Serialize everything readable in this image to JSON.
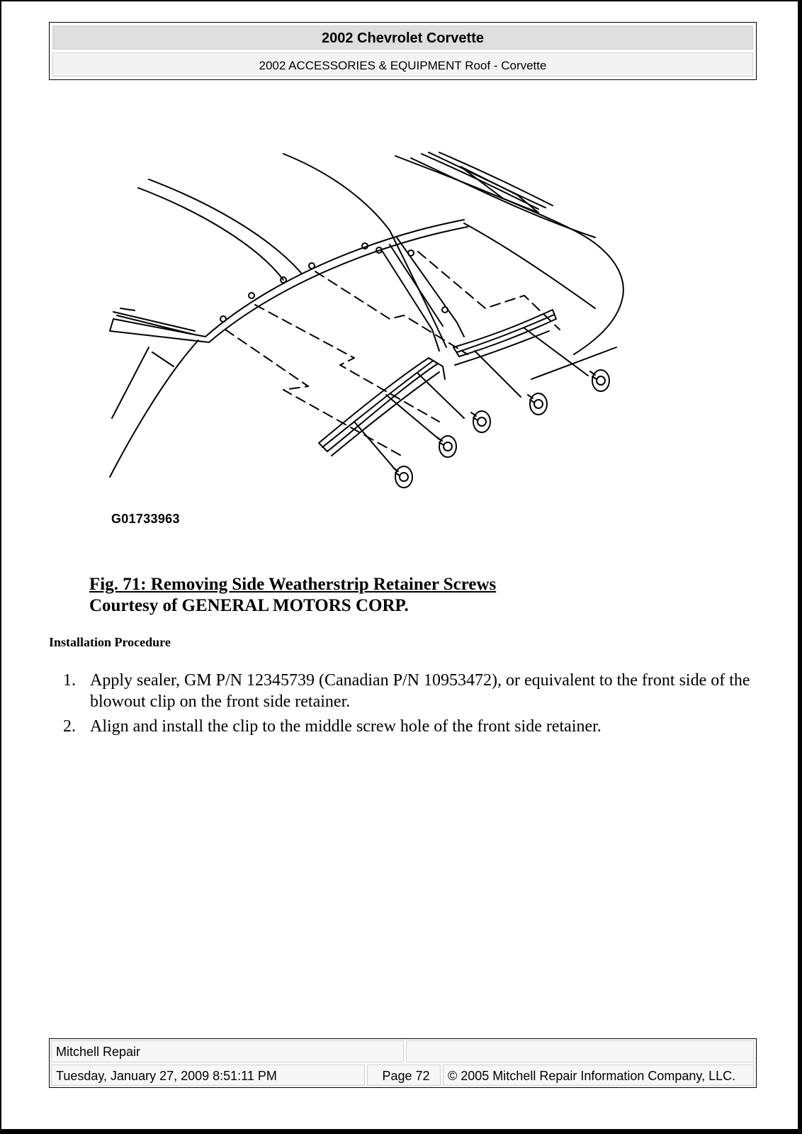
{
  "header": {
    "title": "2002 Chevrolet Corvette",
    "subtitle": "2002 ACCESSORIES & EQUIPMENT Roof - Corvette"
  },
  "figure": {
    "id_label": "G01733963",
    "caption_title": "Fig. 71: Removing Side Weatherstrip Retainer Screws",
    "courtesy": "Courtesy of GENERAL MOTORS CORP."
  },
  "section": {
    "heading": "Installation Procedure"
  },
  "steps": [
    {
      "num": "1.",
      "text": "Apply sealer, GM P/N 12345739 (Canadian P/N 10953472), or equivalent to the front side of the blowout clip on the front side retainer."
    },
    {
      "num": "2.",
      "text": "Align and install the clip to the middle screw hole of the front side retainer."
    }
  ],
  "footer": {
    "company": "Mitchell Repair",
    "datetime": "Tuesday, January 27, 2009 8:51:11 PM",
    "page": "Page 72",
    "copyright": "© 2005 Mitchell Repair Information Company, LLC."
  }
}
